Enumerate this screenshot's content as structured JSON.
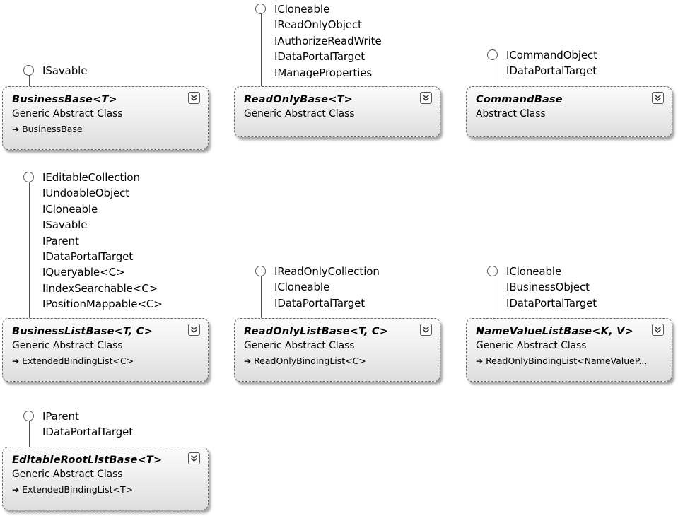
{
  "classes": [
    {
      "name": "BusinessBase<T>",
      "kind": "Generic Abstract Class",
      "base": "BusinessBase",
      "interfaces": [
        "ISavable"
      ]
    },
    {
      "name": "ReadOnlyBase<T>",
      "kind": "Generic Abstract Class",
      "base": "",
      "interfaces": [
        "ICloneable",
        "IReadOnlyObject",
        "IAuthorizeReadWrite",
        "IDataPortalTarget",
        "IManageProperties"
      ]
    },
    {
      "name": "CommandBase",
      "kind": "Abstract Class",
      "base": "",
      "interfaces": [
        "ICommandObject",
        "IDataPortalTarget"
      ]
    },
    {
      "name": "BusinessListBase<T, C>",
      "kind": "Generic Abstract Class",
      "base": "ExtendedBindingList<C>",
      "interfaces": [
        "IEditableCollection",
        "IUndoableObject",
        "ICloneable",
        "ISavable",
        "IParent",
        "IDataPortalTarget",
        "IQueryable<C>",
        "IIndexSearchable<C>",
        "IPositionMappable<C>"
      ]
    },
    {
      "name": "ReadOnlyListBase<T, C>",
      "kind": "Generic Abstract Class",
      "base": "ReadOnlyBindingList<C>",
      "interfaces": [
        "IReadOnlyCollection",
        "ICloneable",
        "IDataPortalTarget"
      ]
    },
    {
      "name": "NameValueListBase<K, V>",
      "kind": "Generic Abstract Class",
      "base": "ReadOnlyBindingList<NameValueP...",
      "interfaces": [
        "ICloneable",
        "IBusinessObject",
        "IDataPortalTarget"
      ]
    },
    {
      "name": "EditableRootListBase<T>",
      "kind": "Generic Abstract Class",
      "base": "ExtendedBindingList<T>",
      "interfaces": [
        "IParent",
        "IDataPortalTarget"
      ]
    }
  ],
  "icons": {
    "collapse": "double-chevron-down-icon",
    "inherit": "inheritance-arrow-icon",
    "lollipop": "interface-lollipop-icon"
  }
}
